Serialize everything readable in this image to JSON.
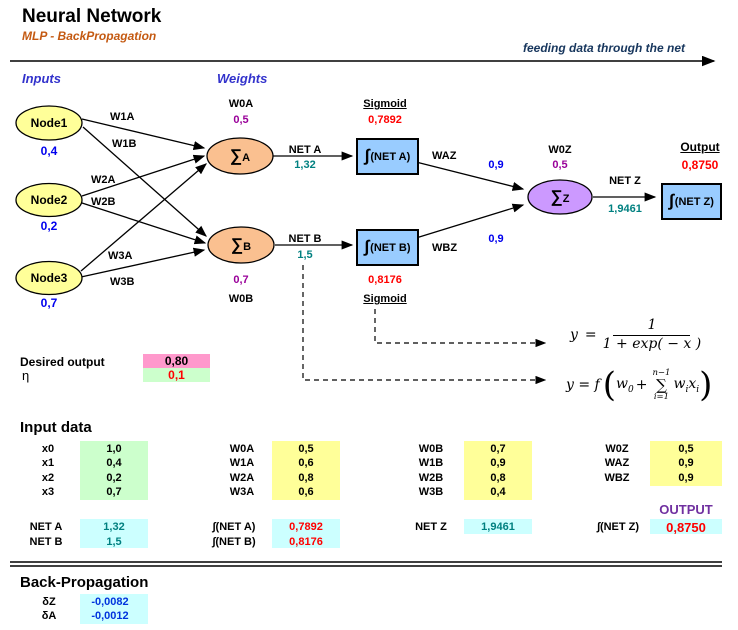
{
  "colors": {
    "node_fill": "#ffff99",
    "sum_fill": "#fac090",
    "sumz_fill": "#cc99ff",
    "box_fill": "#99ccff",
    "cell_pink": "#ff99cc",
    "cell_green": "#ccffcc",
    "cell_cyan": "#ccffff",
    "cell_yellow": "#ffff99",
    "value_blue": "#0000ee",
    "value_purple": "#990099",
    "value_teal": "#008080",
    "value_red": "#ff0000",
    "subtitle_rust": "#c45911",
    "label_royal": "#3333cc",
    "flow_navy": "#17365d",
    "output_violet": "#7030a0",
    "backprop_blue": "#0033dd"
  },
  "header": {
    "title": "Neural Network",
    "subtitle": "MLP - BackPropagation",
    "flow_label": "feeding data through the net"
  },
  "labels": {
    "inputs": "Inputs",
    "weights": "Weights"
  },
  "nodes": [
    {
      "name": "Node1",
      "value": "0,4"
    },
    {
      "name": "Node2",
      "value": "0,2"
    },
    {
      "name": "Node3",
      "value": "0,7"
    }
  ],
  "edges": {
    "w1a": "W1A",
    "w1b": "W1B",
    "w2a": "W2A",
    "w2b": "W2B",
    "w3a": "W3A",
    "w3b": "W3B",
    "waz": "WAZ",
    "waz_value": "0,9",
    "wbz": "WBZ",
    "wbz_value": "0,9"
  },
  "sum_a": {
    "sigma": "∑",
    "sub": "A",
    "bias_label": "W0A",
    "bias_value": "0,5",
    "net_label": "NET A",
    "net_value": "1,32"
  },
  "sum_b": {
    "sigma": "∑",
    "sub": "B",
    "bias_label": "W0B",
    "bias_value": "0,7",
    "net_label": "NET B",
    "net_value": "1,5"
  },
  "sum_z": {
    "sigma": "∑",
    "sub": "Z",
    "bias_label": "W0Z",
    "bias_value": "0,5",
    "net_label": "NET Z",
    "net_value": "1,9461"
  },
  "sigmoid_a": {
    "heading": "Sigmoid",
    "value": "0,7892",
    "integral": "∫",
    "box_label": "(NET A)"
  },
  "sigmoid_b": {
    "heading": "Sigmoid",
    "value": "0,8176",
    "integral": "∫",
    "box_label": "(NET B)"
  },
  "output_node": {
    "heading": "Output",
    "value": "0,8750",
    "integral": "∫",
    "box_label": "(NET Z)"
  },
  "params": {
    "desired_label": "Desired output",
    "desired_value": "0,80",
    "eta_label": "η",
    "eta_value": "0,1"
  },
  "formulas": {
    "sigmoid": {
      "lhs": "y",
      "eq": "=",
      "numerator": "1",
      "denominator": "1 + exp( − x )"
    },
    "net": {
      "lhs": "y = f",
      "open": "(",
      "w": "w",
      "w_sub": "0",
      "plus": "+",
      "sum_upper": "n−1",
      "sigma": "∑",
      "sum_lower": "i=1",
      "wi": "w",
      "wi_sub": "i",
      "xi": "x",
      "xi_sub": "i",
      "close": ")"
    }
  },
  "input_data": {
    "title": "Input data",
    "groups": [
      {
        "rows": [
          {
            "label": "x0",
            "value": "1,0"
          },
          {
            "label": "x1",
            "value": "0,4"
          },
          {
            "label": "x2",
            "value": "0,2"
          },
          {
            "label": "x3",
            "value": "0,7"
          }
        ]
      },
      {
        "rows": [
          {
            "label": "W0A",
            "value": "0,5"
          },
          {
            "label": "W1A",
            "value": "0,6"
          },
          {
            "label": "W2A",
            "value": "0,8"
          },
          {
            "label": "W3A",
            "value": "0,6"
          }
        ]
      },
      {
        "rows": [
          {
            "label": "W0B",
            "value": "0,7"
          },
          {
            "label": "W1B",
            "value": "0,9"
          },
          {
            "label": "W2B",
            "value": "0,8"
          },
          {
            "label": "W3B",
            "value": "0,4"
          }
        ]
      },
      {
        "rows": [
          {
            "label": "W0Z",
            "value": "0,5"
          },
          {
            "label": "WAZ",
            "value": "0,9"
          },
          {
            "label": "WBZ",
            "value": "0,9"
          }
        ]
      }
    ],
    "net_a": {
      "label": "NET A",
      "value": "1,32"
    },
    "net_b": {
      "label": "NET B",
      "value": "1,5"
    },
    "f_net_a": {
      "label": "∫(NET A)",
      "value": "0,7892"
    },
    "f_net_b": {
      "label": "∫(NET B)",
      "value": "0,8176"
    },
    "net_z": {
      "label": "NET Z",
      "value": "1,9461"
    },
    "output_heading": "OUTPUT",
    "f_net_z": {
      "label": "∫(NET Z)",
      "value": "0,8750"
    }
  },
  "backprop": {
    "title": "Back-Propagation",
    "rows": [
      {
        "label": "δZ",
        "value": "-0,0082"
      },
      {
        "label": "δA",
        "value": "-0,0012"
      }
    ]
  }
}
